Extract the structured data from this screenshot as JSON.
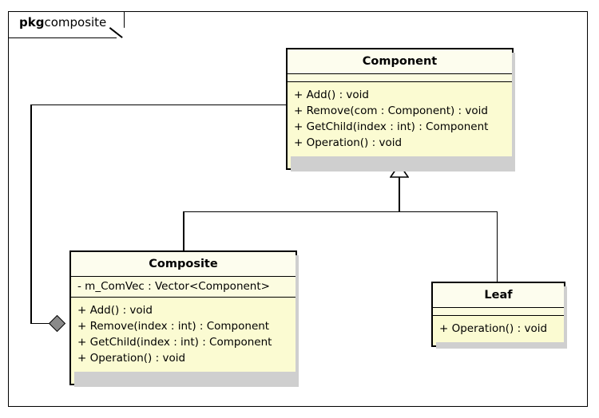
{
  "package": {
    "keyword": "pkg",
    "name": "composite"
  },
  "colors": {
    "class_fill": "#fbfbd2",
    "class_title_fill": "#fdfdee",
    "class_border": "#000000",
    "shadow": "#cfcfcf",
    "diamond_fill": "#8a8a8a",
    "frame_border": "#000000",
    "canvas": "#ffffff"
  },
  "classes": {
    "component": {
      "name": "Component",
      "attributes": [],
      "operations": [
        "+ Add() : void",
        "+ Remove(com : Component) : void",
        "+ GetChild(index : int) : Component",
        "+ Operation() : void"
      ]
    },
    "composite": {
      "name": "Composite",
      "attributes": [
        "- m_ComVec : Vector<Component>"
      ],
      "operations": [
        "+ Add() : void",
        "+ Remove(index : int) : Component",
        "+ GetChild(index : int) : Component",
        "+ Operation() : void"
      ]
    },
    "leaf": {
      "name": "Leaf",
      "attributes": [],
      "operations": [
        "+ Operation() : void"
      ]
    }
  },
  "relationships": [
    {
      "id": "composite-generalizes-component",
      "type": "generalization",
      "source": "Composite",
      "target": "Component",
      "marker": "hollow-triangle"
    },
    {
      "id": "leaf-generalizes-component",
      "type": "generalization",
      "source": "Leaf",
      "target": "Component",
      "marker": "hollow-triangle"
    },
    {
      "id": "composite-aggregates-component",
      "type": "aggregation",
      "source": "Composite",
      "target": "Component",
      "marker": "filled-diamond"
    }
  ]
}
